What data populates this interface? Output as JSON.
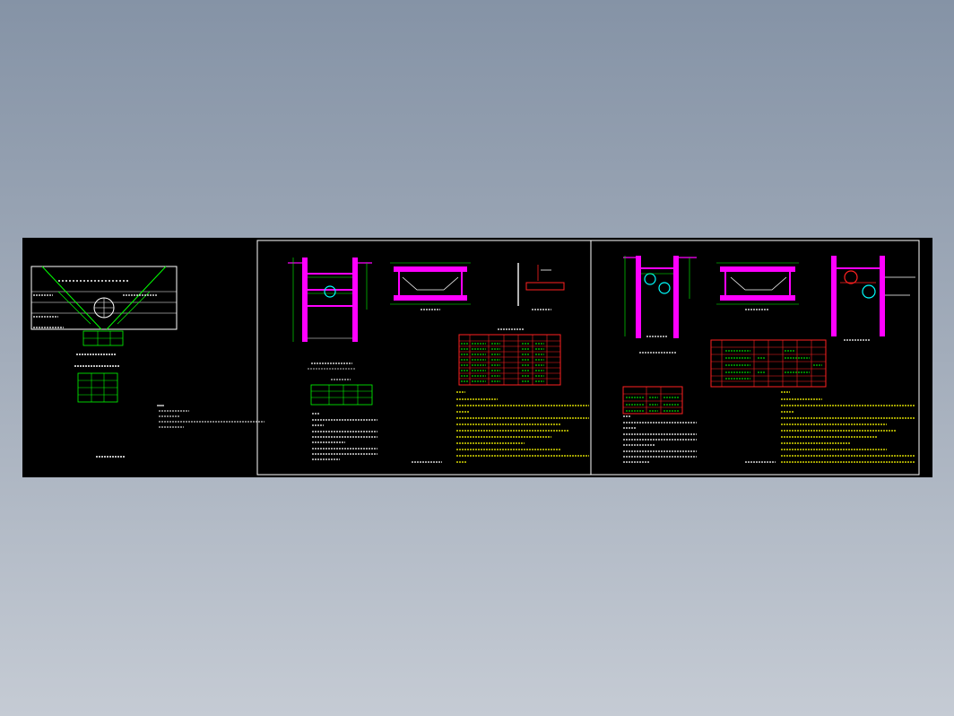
{
  "drawing": {
    "background": "#000000",
    "page_background": "#9aa4b3",
    "colors": {
      "white": "#ffffff",
      "green": "#00ff00",
      "magenta": "#ff00ff",
      "cyan": "#00ffff",
      "yellow": "#ffff00",
      "red": "#ff2020"
    },
    "sheets": [
      "sheet-1",
      "sheet-2",
      "sheet-3"
    ]
  }
}
